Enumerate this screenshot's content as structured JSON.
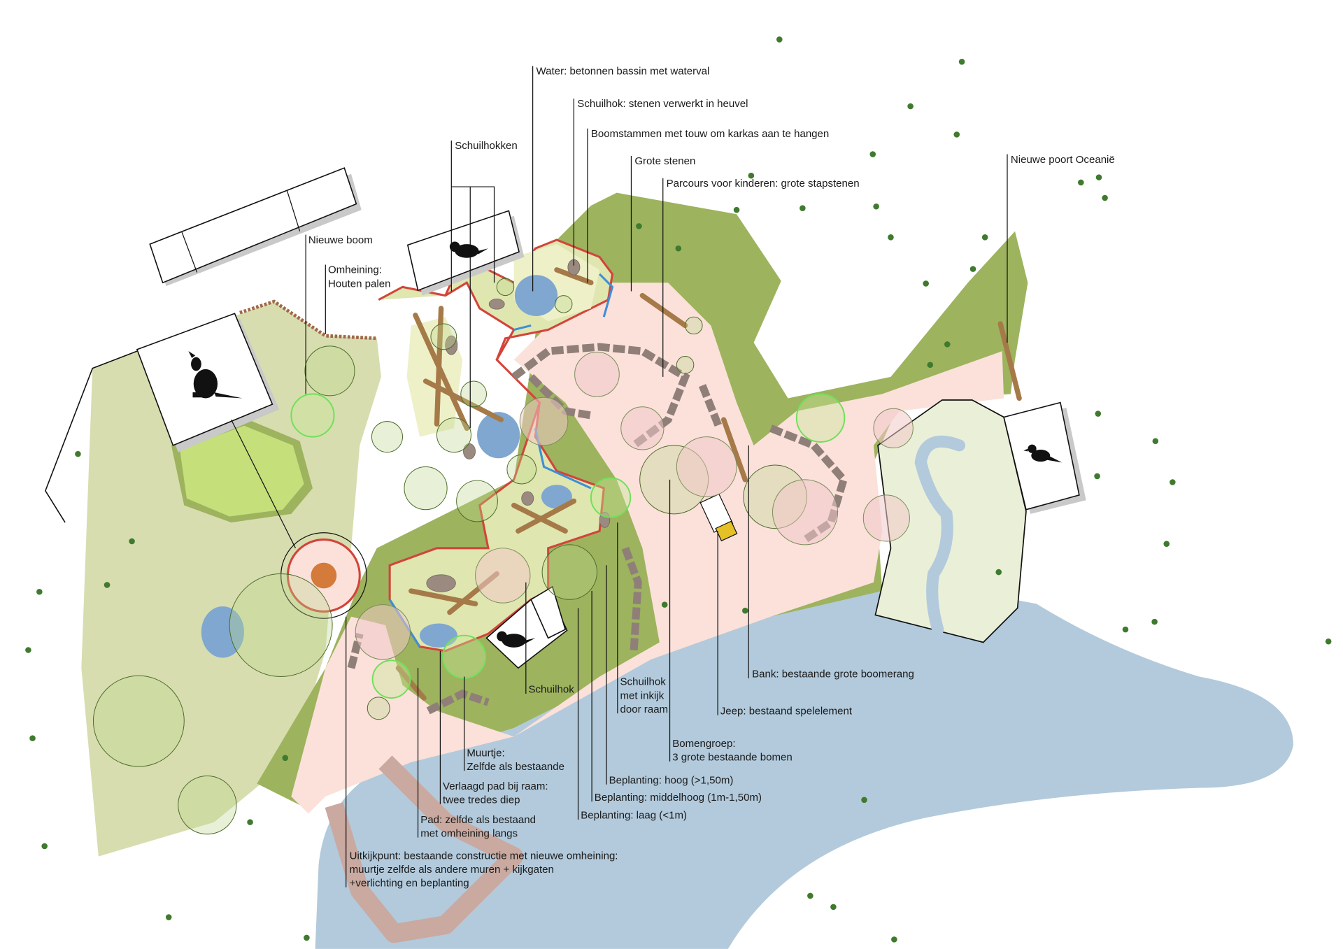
{
  "colors": {
    "water": "#b2cadc",
    "light_green": "#d7ddaf",
    "mid_green": "#9db35e",
    "bright_green": "#c5df7a",
    "path_pink": "#fbe1da",
    "fence_red": "#d2443a",
    "fence_blue": "#3d8fd6",
    "boardwalk": "#c9a9a0",
    "tree_dot": "#3f7a2e"
  },
  "labels": {
    "water": {
      "lines": [
        "Water: betonnen bassin met waterval"
      ]
    },
    "schuilhok_stenen": {
      "lines": [
        "Schuilhok: stenen verwerkt in heuvel"
      ]
    },
    "boomstammen": {
      "lines": [
        "Boomstammen met touw om karkas aan te hangen"
      ]
    },
    "grote_stenen": {
      "lines": [
        "Grote stenen"
      ]
    },
    "parcours": {
      "lines": [
        "Parcours voor kinderen: grote stapstenen"
      ]
    },
    "schuilhokken": {
      "lines": [
        "Schuilhokken"
      ]
    },
    "nieuwe_boom": {
      "lines": [
        "Nieuwe boom"
      ]
    },
    "omheining": {
      "lines": [
        "Omheining:",
        "Houten palen"
      ]
    },
    "nieuwe_poort": {
      "lines": [
        "Nieuwe poort Oceanië"
      ]
    },
    "schuilhok": {
      "lines": [
        "Schuilhok"
      ]
    },
    "schuilhok_inkijk": {
      "lines": [
        "Schuilhok",
        "met inkijk",
        "door raam"
      ]
    },
    "bank": {
      "lines": [
        "Bank: bestaande grote boomerang"
      ]
    },
    "jeep": {
      "lines": [
        "Jeep: bestaand spelelement"
      ]
    },
    "bomengroep": {
      "lines": [
        "Bomengroep:",
        "3 grote bestaande bomen"
      ]
    },
    "beplanting_hoog": {
      "lines": [
        "Beplanting: hoog (>1,50m)"
      ]
    },
    "beplanting_middel": {
      "lines": [
        "Beplanting: middelhoog (1m-1,50m)"
      ]
    },
    "beplanting_laag": {
      "lines": [
        "Beplanting: laag (<1m)"
      ]
    },
    "muurtje": {
      "lines": [
        "Muurtje:",
        "Zelfde als bestaande"
      ]
    },
    "verlaagd_pad": {
      "lines": [
        "Verlaagd pad bij raam:",
        "twee tredes diep"
      ]
    },
    "pad": {
      "lines": [
        "Pad: zelfde als bestaand",
        "met omheining langs"
      ]
    },
    "uitkijkpunt": {
      "lines": [
        "Uitkijkpunt: bestaande constructie met nieuwe omheining:",
        "muurtje zelfde als andere muren + kijkgaten",
        "+verlichting en beplanting"
      ]
    }
  },
  "icons": [
    "kangaroo-icon",
    "tasmanian-devil-icon",
    "bird-icon"
  ]
}
